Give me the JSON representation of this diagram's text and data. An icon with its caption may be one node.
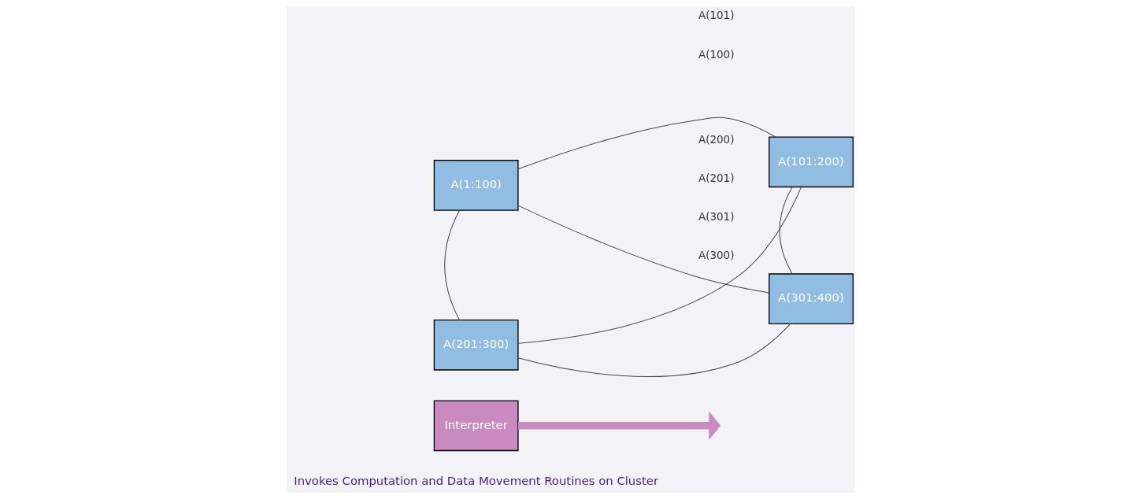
{
  "diagram": {
    "nodes": [
      {
        "text": [
          "Interpreter"
        ],
        "beside": [
          "Invokes Computation and Data Movement Routines on Cluster"
        ]
      },
      {
        "text": [
          "A(1:100)"
        ]
      },
      {
        "text": [
          "A(101:200)"
        ]
      },
      {
        "text": [
          "A(201:300)"
        ]
      },
      {
        "text": [
          "A(301:400)"
        ]
      }
    ],
    "edges": [
      {
        "from": 0,
        "to": null,
        "arrow": "to",
        "style": "thick",
        "color": "#c98bbf"
      },
      {
        "from": 1,
        "to": 2,
        "arrow": "none"
      },
      {
        "from": 1,
        "to": 3,
        "arrow": "none"
      },
      {
        "from": 2,
        "to": 4,
        "arrow": "none"
      },
      {
        "from": 1,
        "to": 4,
        "arrow": "none"
      },
      {
        "from": 2,
        "to": 3,
        "arrow": "none"
      },
      {
        "from": 3,
        "to": 4,
        "arrow": "none"
      }
    ],
    "labels": [
      "A(101)",
      "A(100)",
      "A(200)",
      "A(201)",
      "A(301)",
      "A(300)"
    ]
  }
}
